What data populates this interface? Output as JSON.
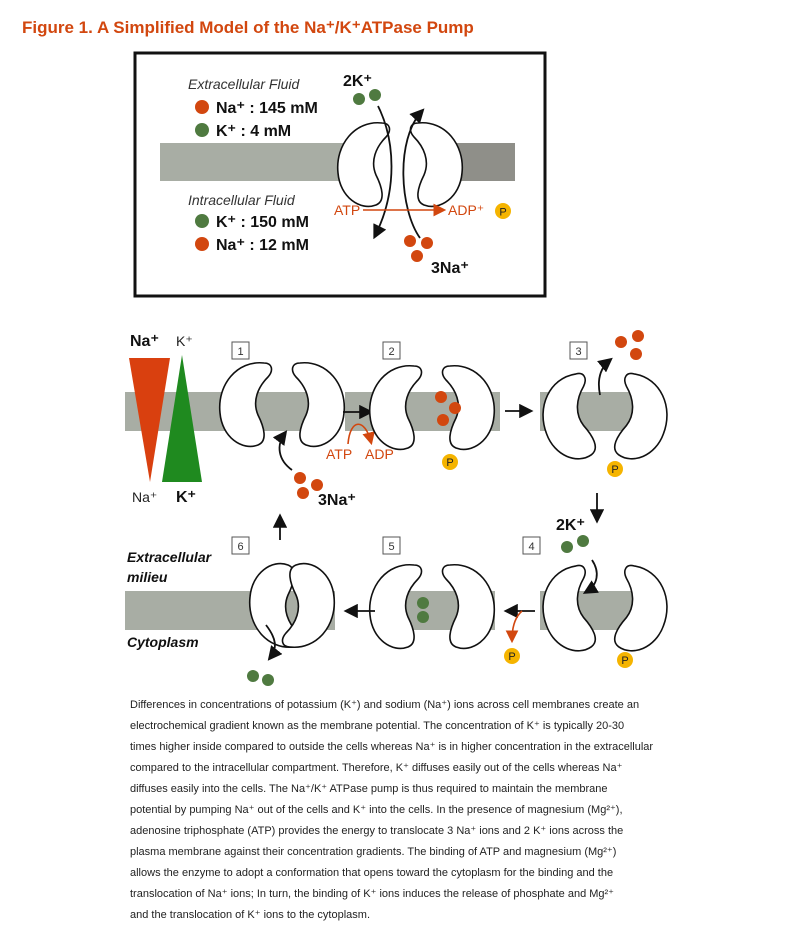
{
  "title": "Figure 1. A Simplified Model of the Na⁺/K⁺ATPase Pump",
  "overview": {
    "extracellular_label": "Extracellular Fluid",
    "intracellular_label": "Intracellular Fluid",
    "ext_na": "Na⁺ : 145 mM",
    "ext_k": "K⁺ : 4 mM",
    "int_k": "K⁺ : 150 mM",
    "int_na": "Na⁺ : 12 mM",
    "k_in": "2K⁺",
    "na_out": "3Na⁺",
    "atp": "ATP",
    "adp": "ADP⁺",
    "phosphate": "P"
  },
  "cycle": {
    "gradient_na_top": "Na⁺",
    "gradient_k_top": "K⁺",
    "gradient_na_bottom": "Na⁺",
    "gradient_k_bottom": "K⁺",
    "steps": [
      "1",
      "2",
      "3",
      "4",
      "5",
      "6"
    ],
    "na_label": "3Na⁺",
    "k_label": "2K⁺",
    "atp": "ATP",
    "adp": "ADP",
    "phosphate": "P",
    "extracellular_1": "Extracellular",
    "extracellular_2": "milieu",
    "cytoplasm": "Cytoplasm"
  },
  "caption_lines": [
    "Differences in concentrations of potassium (K⁺) and sodium (Na⁺) ions across cell membranes create an",
    "electrochemical gradient known as the membrane potential. The concentration of K⁺ is typically 20-30",
    "times higher inside compared to outside the cells whereas Na⁺ is in higher concentration in the extracellular",
    "compared to the intracellular compartment. Therefore, K⁺ diffuses easily out of the cells whereas Na⁺",
    "diffuses easily into the cells. The Na⁺/K⁺ ATPase pump is thus required to maintain the membrane",
    "potential by pumping Na⁺ out of the cells and K⁺  into the cells. In the presence of magnesium (Mg²⁺),",
    "adenosine triphosphate (ATP) provides the energy to translocate 3 Na⁺  ions and 2 K⁺ ions across the",
    "plasma membrane against their concentration gradients. The binding of ATP and magnesium (Mg²⁺)",
    "allows the enzyme to adopt a conformation that opens toward the cytoplasm for the binding and the",
    "translocation of Na⁺ ions; In turn, the binding of K⁺ ions induces the release of phosphate and Mg²⁺",
    "and the translocation of K⁺ ions to the cytoplasm."
  ],
  "colors": {
    "sodium": "#d2470f",
    "potassium": "#4f7a40",
    "phosphate": "#f5b400",
    "membrane": "#a8ada4"
  }
}
